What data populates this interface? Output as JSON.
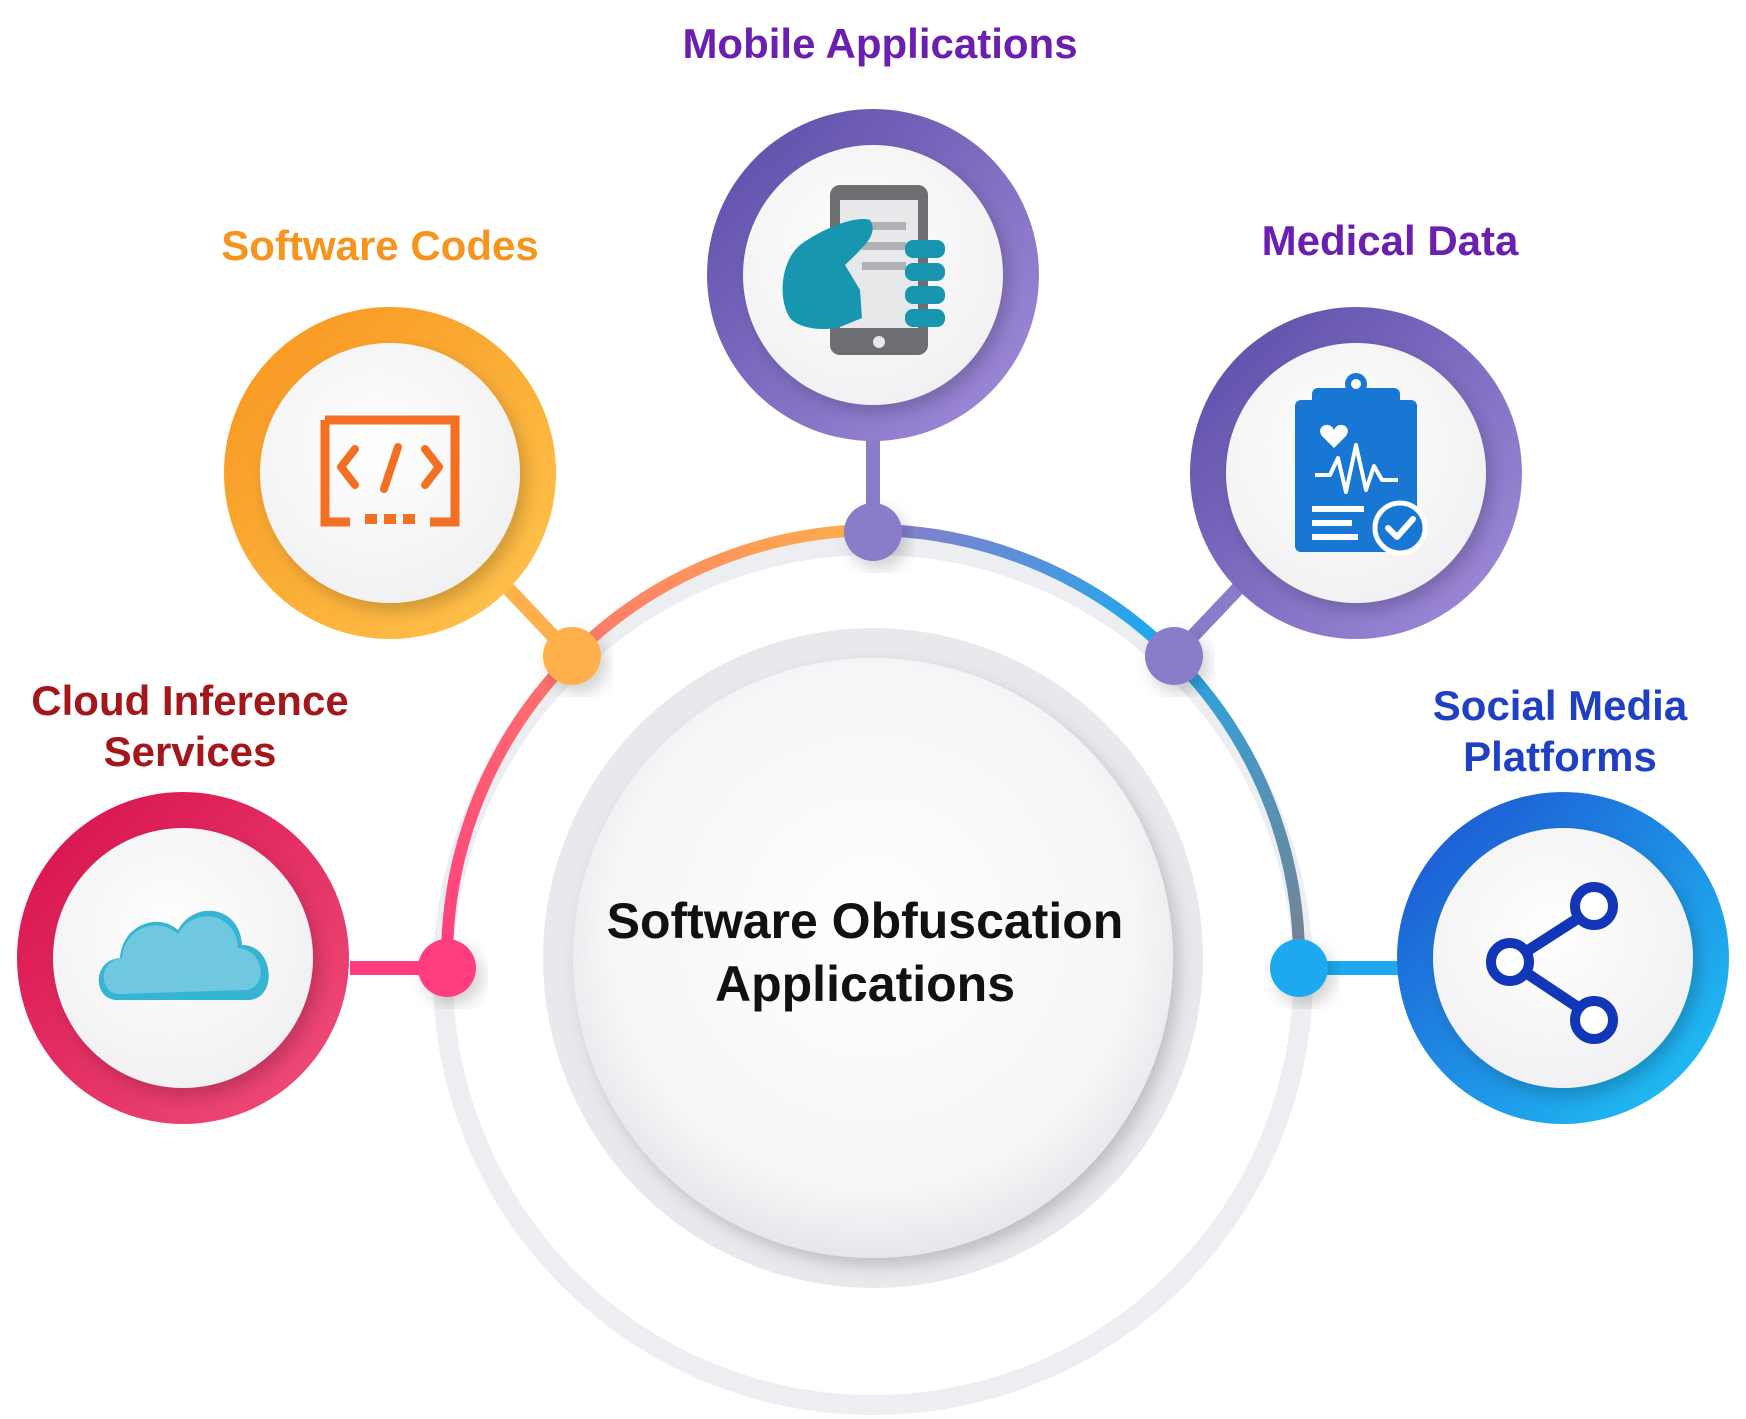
{
  "center": {
    "line1": "Software Obfuscation",
    "line2": "Applications"
  },
  "nodes": {
    "mobile": {
      "line1": "Mobile Applications",
      "color": "#6a1fb0",
      "ring": [
        "#5b4aa8",
        "#9d87d8"
      ],
      "icon": "hand-holding-phone-icon"
    },
    "software": {
      "line1": "Software Codes",
      "color": "#f7941d",
      "ring": [
        "#f7941d",
        "#fdb84a"
      ],
      "icon": "code-window-icon"
    },
    "medical": {
      "line1": "Medical Data",
      "color": "#6a1fb0",
      "ring": [
        "#5b4aa8",
        "#9d87d8"
      ],
      "icon": "medical-clipboard-icon"
    },
    "cloud": {
      "line1": "Cloud Inference",
      "line2": "Services",
      "color": "#a3161a",
      "ring": [
        "#d8124f",
        "#f04b7a"
      ],
      "icon": "cloud-icon"
    },
    "social": {
      "line1": "Social Media",
      "line2": "Platforms",
      "color": "#1f3fc4",
      "ring": [
        "#1f5fd6",
        "#1ec3f5"
      ],
      "icon": "share-icon"
    }
  },
  "arc_colors": [
    "#ff3d7f",
    "#fdb04b",
    "#8a7cc8",
    "#1ea9ee",
    "#7a8290"
  ]
}
